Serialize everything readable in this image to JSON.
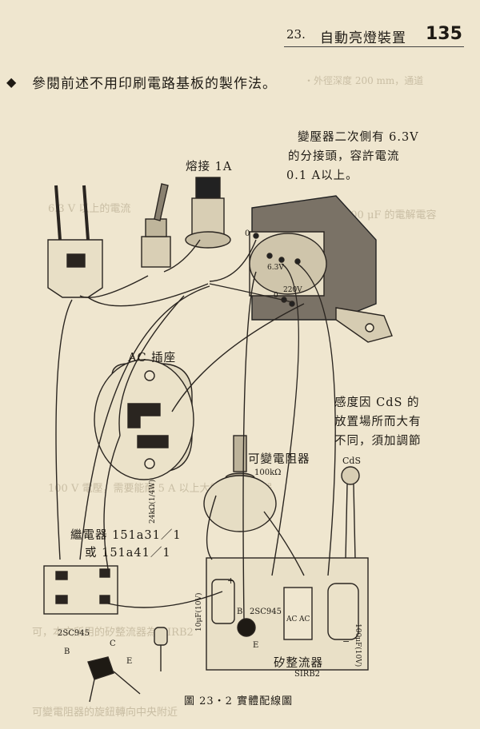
{
  "header": {
    "chapter_no": "23.",
    "chapter_title": "自動亮燈裝置",
    "page_no": "135"
  },
  "intro": {
    "bullet_icon": "diamond-icon",
    "text": "參閱前述不用印刷電路基板的製作法。"
  },
  "labels": {
    "transformer_line1": "變壓器二次側有 6.3V",
    "transformer_line2": "的分接頭，容許電流",
    "transformer_line3": "0.1 A以上。",
    "fuse": "熔接 1A",
    "ac_socket": "AC 插座",
    "cds_note_line1": "感度因 CdS 的",
    "cds_note_line2": "放置場所而大有",
    "cds_note_line3": "不同，須加調節",
    "cds": "CdS",
    "variable_resistor": "可變電阻器",
    "variable_resistor_value": "100kΩ",
    "relay_line1": "繼電器 151a31／1",
    "relay_line2": "或  151a41／1",
    "resistor_rating": "24kΩ(1/4W)",
    "cap_left": "10μF(10V)",
    "cap_right": "100μF(10V)",
    "transistor_label": "2SC945",
    "transistor_b": "B",
    "transistor_e": "E",
    "transistor_legend": "2SC945",
    "legend_b": "B",
    "legend_c": "C",
    "legend_e": "E",
    "rectifier": "矽整流器",
    "rectifier_model": "SIRB2",
    "rect_ac1": "AC",
    "rect_ac2": "AC",
    "tap_0_top": "0",
    "tap_63": "6.3V",
    "tap_0_bottom": "0",
    "tap_220": "220V",
    "plus_sign": "+",
    "minus_sign": "−"
  },
  "caption": {
    "text": "圖 23・2   實體配線圖"
  }
}
